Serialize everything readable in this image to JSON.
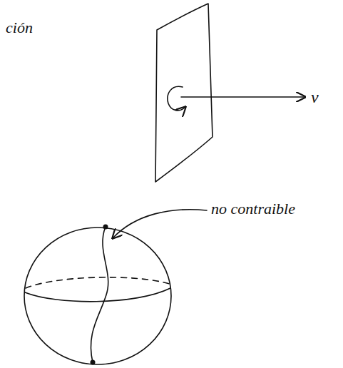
{
  "diagram": {
    "labels": [
      "ción",
      "v",
      "no contraible"
    ]
  }
}
